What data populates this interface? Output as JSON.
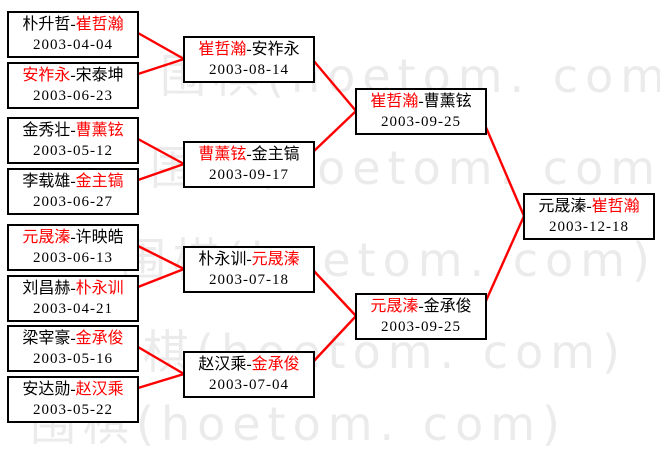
{
  "sep": "-",
  "colors": {
    "background": "#ffffff",
    "box_border": "#000000",
    "text": "#000000",
    "winner_name": "#ff0000",
    "connector": "#ff0000",
    "watermark": "#ebebeb"
  },
  "watermark": {
    "text": "围棋(hoetom. com)"
  },
  "matches": [
    {
      "round": 1,
      "p1": "朴升哲",
      "p2": "崔哲瀚",
      "winner": "p2",
      "date": "2003-04-04"
    },
    {
      "round": 1,
      "p1": "安祚永",
      "p2": "宋泰坤",
      "winner": "p1",
      "date": "2003-06-23"
    },
    {
      "round": 1,
      "p1": "金秀壮",
      "p2": "曹薰铉",
      "winner": "p2",
      "date": "2003-05-12"
    },
    {
      "round": 1,
      "p1": "李载雄",
      "p2": "金主镐",
      "winner": "p2",
      "date": "2003-06-27"
    },
    {
      "round": 1,
      "p1": "元晟溱",
      "p2": "许映皓",
      "winner": "p1",
      "date": "2003-06-13"
    },
    {
      "round": 1,
      "p1": "刘昌赫",
      "p2": "朴永训",
      "winner": "p2",
      "date": "2003-04-21"
    },
    {
      "round": 1,
      "p1": "梁宰豪",
      "p2": "金承俊",
      "winner": "p2",
      "date": "2003-05-16"
    },
    {
      "round": 1,
      "p1": "安达勋",
      "p2": "赵汉乘",
      "winner": "p2",
      "date": "2003-05-22"
    },
    {
      "round": 2,
      "p1": "崔哲瀚",
      "p2": "安祚永",
      "winner": "p1",
      "date": "2003-08-14"
    },
    {
      "round": 2,
      "p1": "曹薰铉",
      "p2": "金主镐",
      "winner": "p1",
      "date": "2003-09-17"
    },
    {
      "round": 2,
      "p1": "朴永训",
      "p2": "元晟溱",
      "winner": "p2",
      "date": "2003-07-18"
    },
    {
      "round": 2,
      "p1": "赵汉乘",
      "p2": "金承俊",
      "winner": "p2",
      "date": "2003-07-04"
    },
    {
      "round": 3,
      "p1": "崔哲瀚",
      "p2": "曹薰铉",
      "winner": "p1",
      "date": "2003-09-25"
    },
    {
      "round": 3,
      "p1": "元晟溱",
      "p2": "金承俊",
      "winner": "p1",
      "date": "2003-09-25"
    },
    {
      "round": 4,
      "p1": "元晟溱",
      "p2": "崔哲瀚",
      "winner": "p2",
      "date": "2003-12-18"
    }
  ]
}
